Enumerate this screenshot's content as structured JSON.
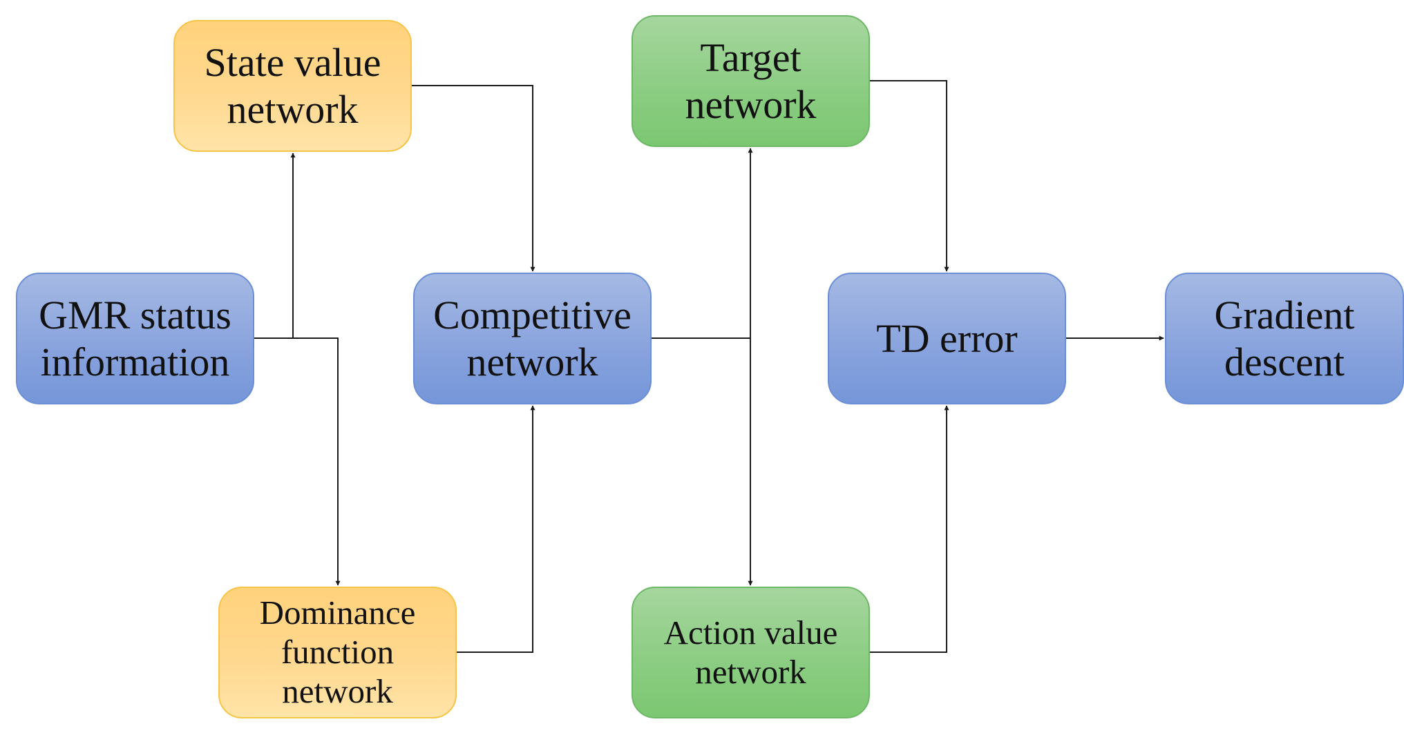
{
  "nodes": {
    "state_value_network": {
      "lines": [
        "State value",
        "network"
      ]
    },
    "target_network": {
      "lines": [
        "Target",
        "network"
      ]
    },
    "gmr_status_information": {
      "lines": [
        "GMR status",
        "information"
      ]
    },
    "competitive_network": {
      "lines": [
        "Competitive",
        "network"
      ]
    },
    "td_error": {
      "lines": [
        "TD error"
      ]
    },
    "gradient_descent": {
      "lines": [
        "Gradient",
        "descent"
      ]
    },
    "dominance_function_network": {
      "lines": [
        "Dominance",
        "function",
        "network"
      ]
    },
    "action_value_network": {
      "lines": [
        "Action value",
        "network"
      ]
    }
  },
  "colors": {
    "blue_fill": "#8aa4de",
    "orange_fill": "#ffd88f",
    "green_fill": "#8ccd83",
    "connector": "#1a1a1a"
  },
  "edges": [
    {
      "from": "gmr_status_information",
      "to": "state_value_network"
    },
    {
      "from": "gmr_status_information",
      "to": "dominance_function_network"
    },
    {
      "from": "state_value_network",
      "to": "competitive_network"
    },
    {
      "from": "dominance_function_network",
      "to": "competitive_network"
    },
    {
      "from": "competitive_network",
      "to": "target_network"
    },
    {
      "from": "competitive_network",
      "to": "action_value_network"
    },
    {
      "from": "target_network",
      "to": "td_error"
    },
    {
      "from": "action_value_network",
      "to": "td_error"
    },
    {
      "from": "td_error",
      "to": "gradient_descent"
    }
  ]
}
